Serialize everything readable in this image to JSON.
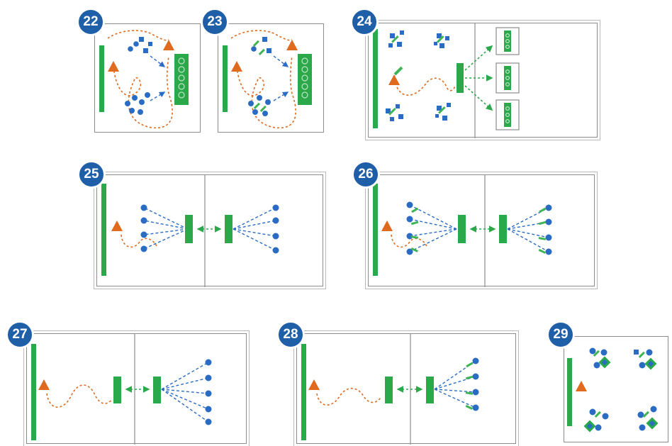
{
  "colors": {
    "badge": "#1f5fa8",
    "green": "#2aa84a",
    "blue": "#2a6cc4",
    "orange": "#e06a1d",
    "border": "#8c8c8c"
  },
  "icons": [
    "triangle-marker",
    "blue-dot",
    "blue-square",
    "green-bar",
    "green-tower",
    "dashed-path",
    "connector-arrow"
  ],
  "panels": [
    {
      "number": "22"
    },
    {
      "number": "23"
    },
    {
      "number": "24"
    },
    {
      "number": "25"
    },
    {
      "number": "26"
    },
    {
      "number": "27"
    },
    {
      "number": "28"
    },
    {
      "number": "29"
    }
  ]
}
